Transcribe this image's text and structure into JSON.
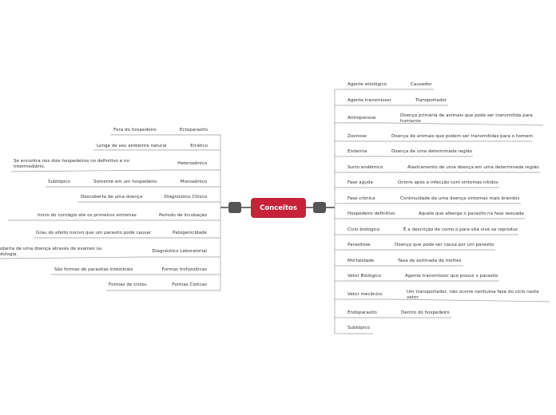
{
  "central": "Conceitos",
  "right": [
    {
      "term": "Agente etiológico",
      "def": "Causador"
    },
    {
      "term": "Agente transmissor",
      "def": "Transportador"
    },
    {
      "term": "Antroponose",
      "def": "Doença primária de animais que pode ser transmitida para humanos"
    },
    {
      "term": "Zoonose",
      "def": "Doença de animais que podem ser transmitidas para o homem"
    },
    {
      "term": "Endemia",
      "def": "Doença de uma determinada região"
    },
    {
      "term": "Surto endêmico",
      "def": "Alastramento de uma doença em uma determinada região"
    },
    {
      "term": "Fase aguda",
      "def": "Ocorre após a infecção com sintomas nítidos"
    },
    {
      "term": "Fase crônica",
      "def": "Continuidade de uma doença sintomas  mais brandos"
    },
    {
      "term": "Hospedeiro definitivo",
      "def": "Aquele que alberga o parasito na fase sexuada"
    },
    {
      "term": "Ciclo biológico",
      "def": "É a descrição de como o para sita vive se reproduz"
    },
    {
      "term": "Parasitose",
      "def": "Doença que pode ser causa por um parasito"
    },
    {
      "term": "Mortalidade",
      "def": "Taxa de estimada de mortes"
    },
    {
      "term": "Vetor Biológico",
      "def": "Agente transmissor que possui o parasito"
    },
    {
      "term": "Vetor mecânico",
      "def": "Um transportador, não ocorre nenhuma fase do ciclo neste vetor"
    },
    {
      "term": "Endoparasito",
      "def": "Dentro do hospedeiro"
    },
    {
      "term": "Subtópico",
      "def": ""
    }
  ],
  "left": [
    {
      "term": "Ectoparasito",
      "def": "Fora do hospedeiro",
      "extra": ""
    },
    {
      "term": "Errático",
      "def": "Longe de seu ambiente natural",
      "extra": ""
    },
    {
      "term": "Heteroxênico",
      "def": "Se encontra nos dois hospedeiros no definitivo e no intermediário.",
      "extra": ""
    },
    {
      "term": "Monoxênico",
      "def": "Somente em um hospedeiro",
      "extra": "Subtópico"
    },
    {
      "term": "Diagnóstico Clínico",
      "def": "Descoberta de uma doença",
      "extra": ""
    },
    {
      "term": "Período de incubação",
      "def": "Inicio do contágio ate os primeiros sintomas",
      "extra": ""
    },
    {
      "term": "Patogenicidade",
      "def": "Grau do efeito nocivo que um parasito pode causar",
      "extra": ""
    },
    {
      "term": "Diagnóstico Laboratorial",
      "def": "oberta de uma doença através de exames ou\ndologia.",
      "extra": ""
    },
    {
      "term": "Formas trofozoíticas",
      "def": "São formas de parasitas intestinais",
      "extra": ""
    },
    {
      "term": "Formas Císticas",
      "def": "Formas de cistos.",
      "extra": ""
    }
  ]
}
